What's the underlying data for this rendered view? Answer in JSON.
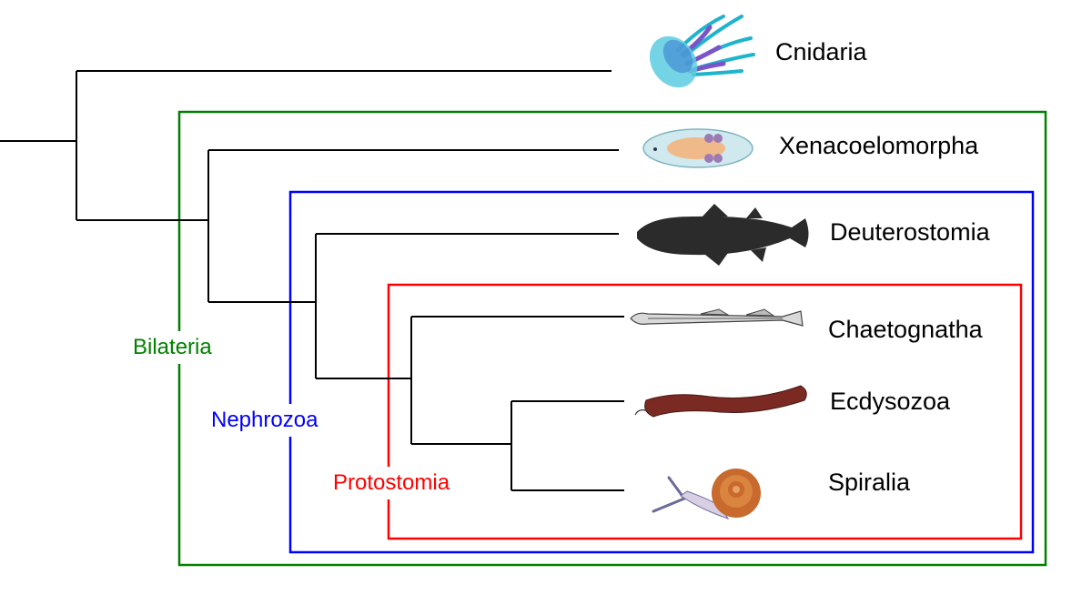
{
  "title": "Phylogeny of Bilateria",
  "colors": {
    "branch": "#000000",
    "bilateria": "#008000",
    "nephrozoa": "#0000ff",
    "protostomia": "#ff0000"
  },
  "taxa": [
    {
      "name": "Cnidaria",
      "icon": "jellyfish-icon"
    },
    {
      "name": "Xenacoelomorpha",
      "icon": "acoel-worm-icon"
    },
    {
      "name": "Deuterostomia",
      "icon": "coelacanth-fish-icon"
    },
    {
      "name": "Chaetognatha",
      "icon": "arrow-worm-icon"
    },
    {
      "name": "Ecdysozoa",
      "icon": "millipede-icon"
    },
    {
      "name": "Spiralia",
      "icon": "snail-icon"
    }
  ],
  "clades": [
    {
      "name": "Bilateria",
      "color": "#008000"
    },
    {
      "name": "Nephrozoa",
      "color": "#0000ff"
    },
    {
      "name": "Protostomia",
      "color": "#ff0000"
    }
  ]
}
